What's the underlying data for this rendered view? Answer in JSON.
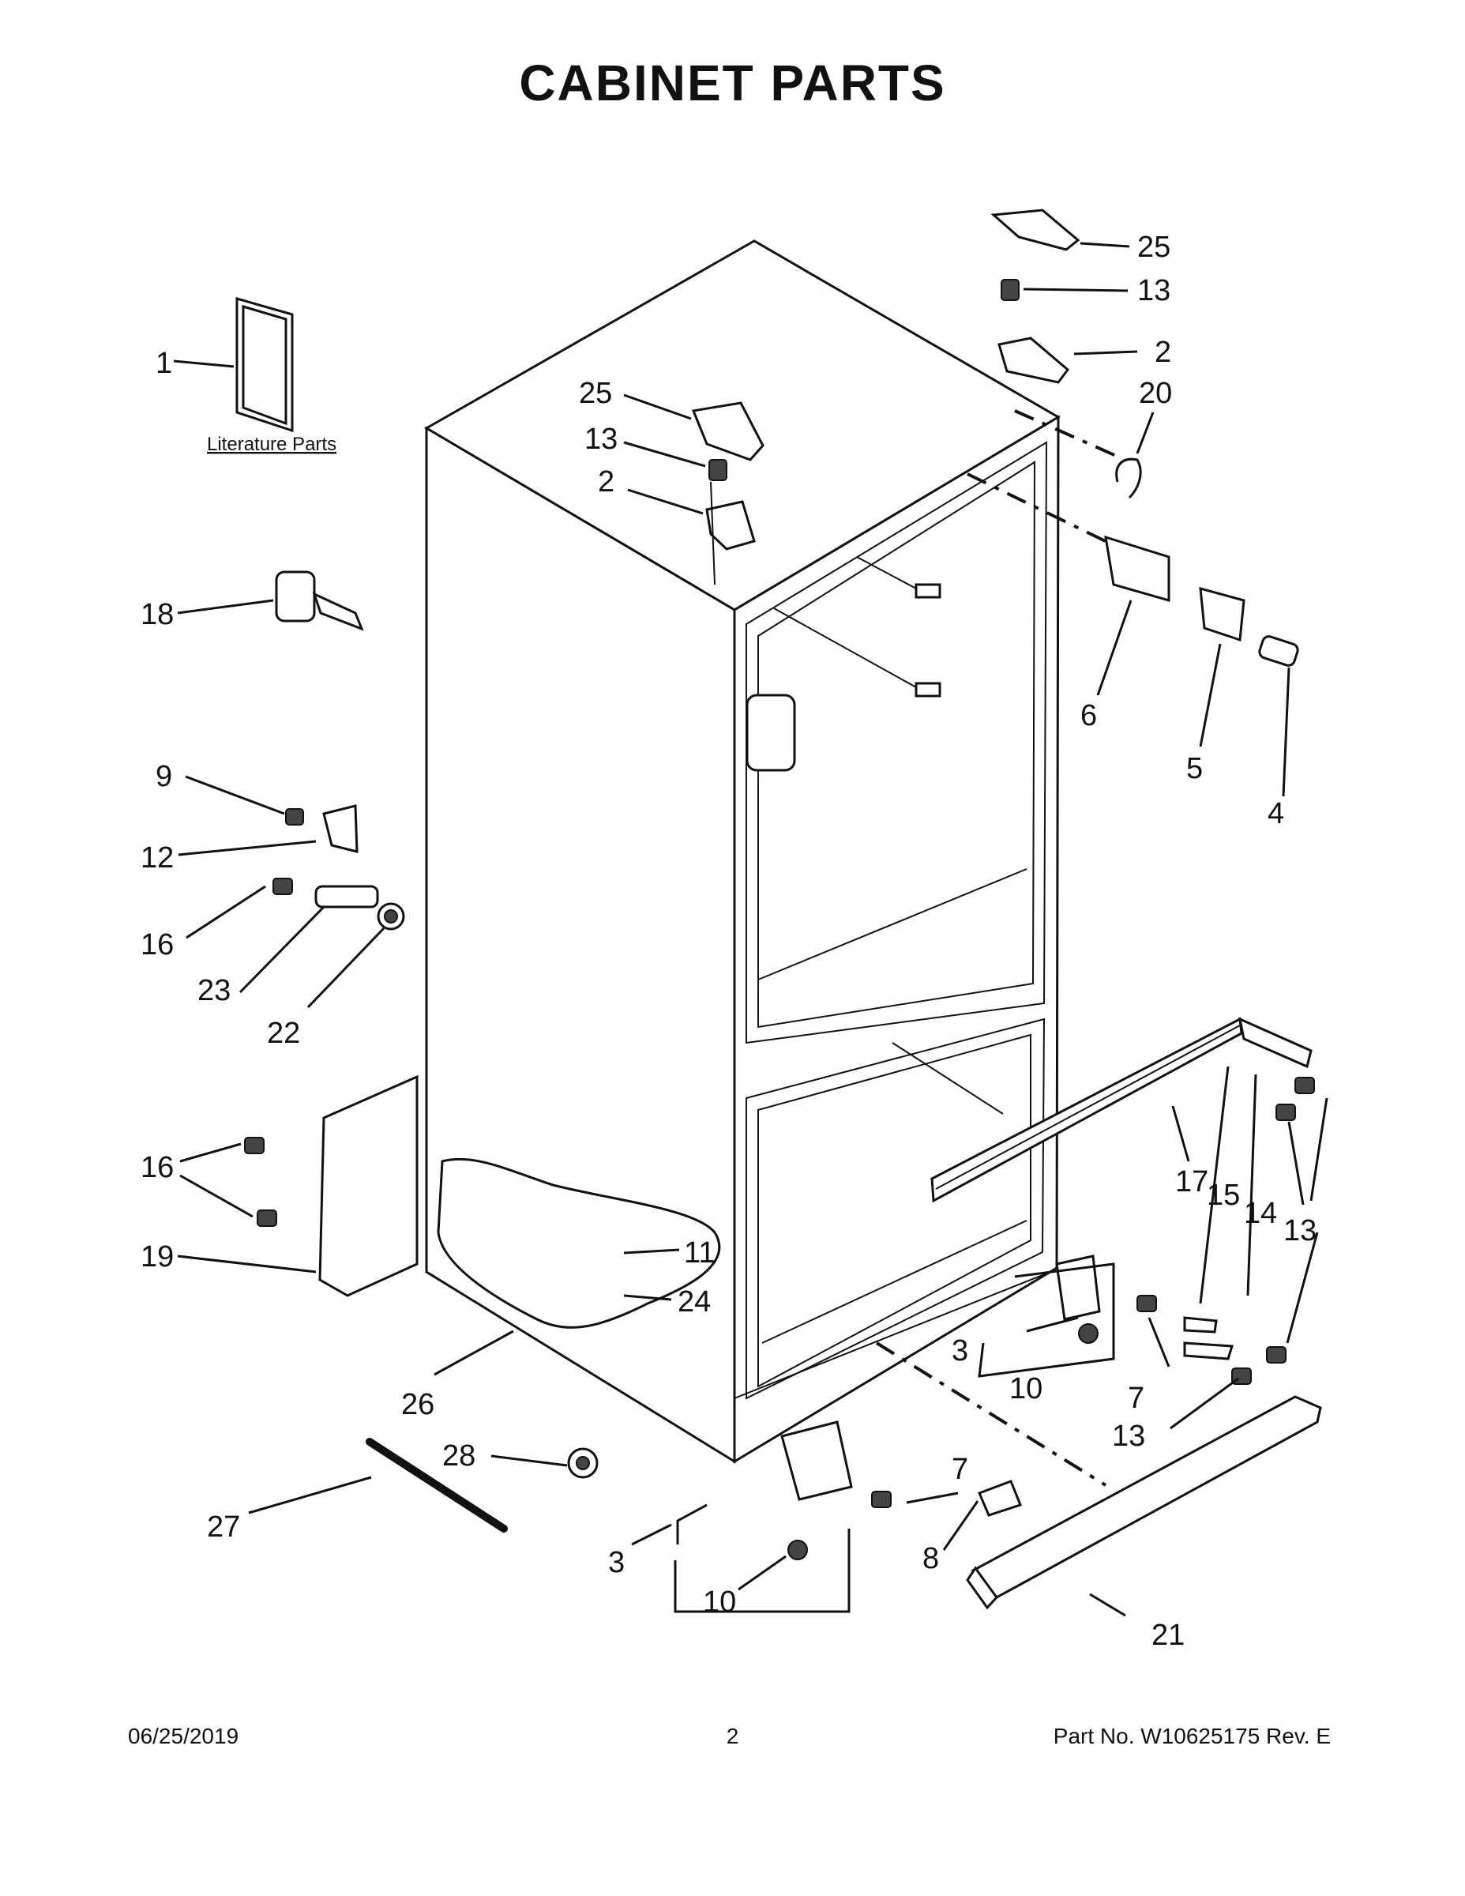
{
  "page": {
    "title": "CABINET PARTS",
    "literature_label": "Literature Parts"
  },
  "callouts": [
    "1",
    "25",
    "13",
    "2",
    "18",
    "9",
    "12",
    "16",
    "23",
    "22",
    "16",
    "19",
    "26",
    "28",
    "27",
    "25",
    "13",
    "2",
    "20",
    "6",
    "5",
    "4",
    "17",
    "15",
    "14",
    "13",
    "11",
    "24",
    "3",
    "10",
    "7",
    "13",
    "7",
    "8",
    "3",
    "10",
    "21"
  ],
  "footer": {
    "date": "06/25/2019",
    "page_number": "2",
    "part_number": "Part No.  W10625175  Rev.  E"
  }
}
